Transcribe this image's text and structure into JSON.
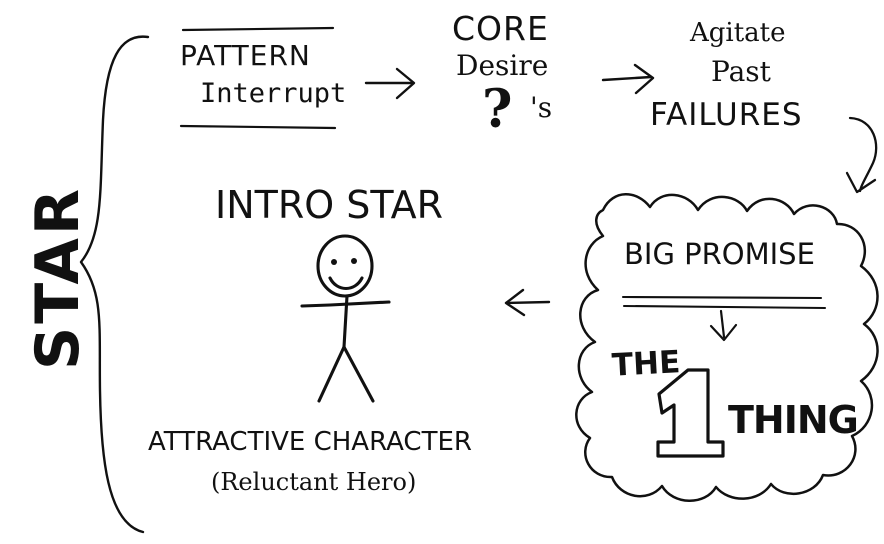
{
  "diagram": {
    "bracket_label": "STAR",
    "top_row": {
      "step1_line1": "PATTERN",
      "step1_line2": "Interrupt",
      "step2_line1": "CORE",
      "step2_line2": "Desire",
      "step2_symbol": "?",
      "step2_suffix": "'s",
      "step3_line1": "Agitate",
      "step3_line2": "Past",
      "step3_line3": "FAILURES"
    },
    "center": {
      "intro_title": "INTRO STAR",
      "character_title": "ATTRACTIVE CHARACTER",
      "character_subtitle": "(Reluctant Hero)"
    },
    "bubble": {
      "promise": "BIG PROMISE",
      "the": "THE",
      "number": "1",
      "thing": "THING"
    },
    "colors": {
      "ink": "#111111",
      "paper": "#ffffff"
    }
  }
}
